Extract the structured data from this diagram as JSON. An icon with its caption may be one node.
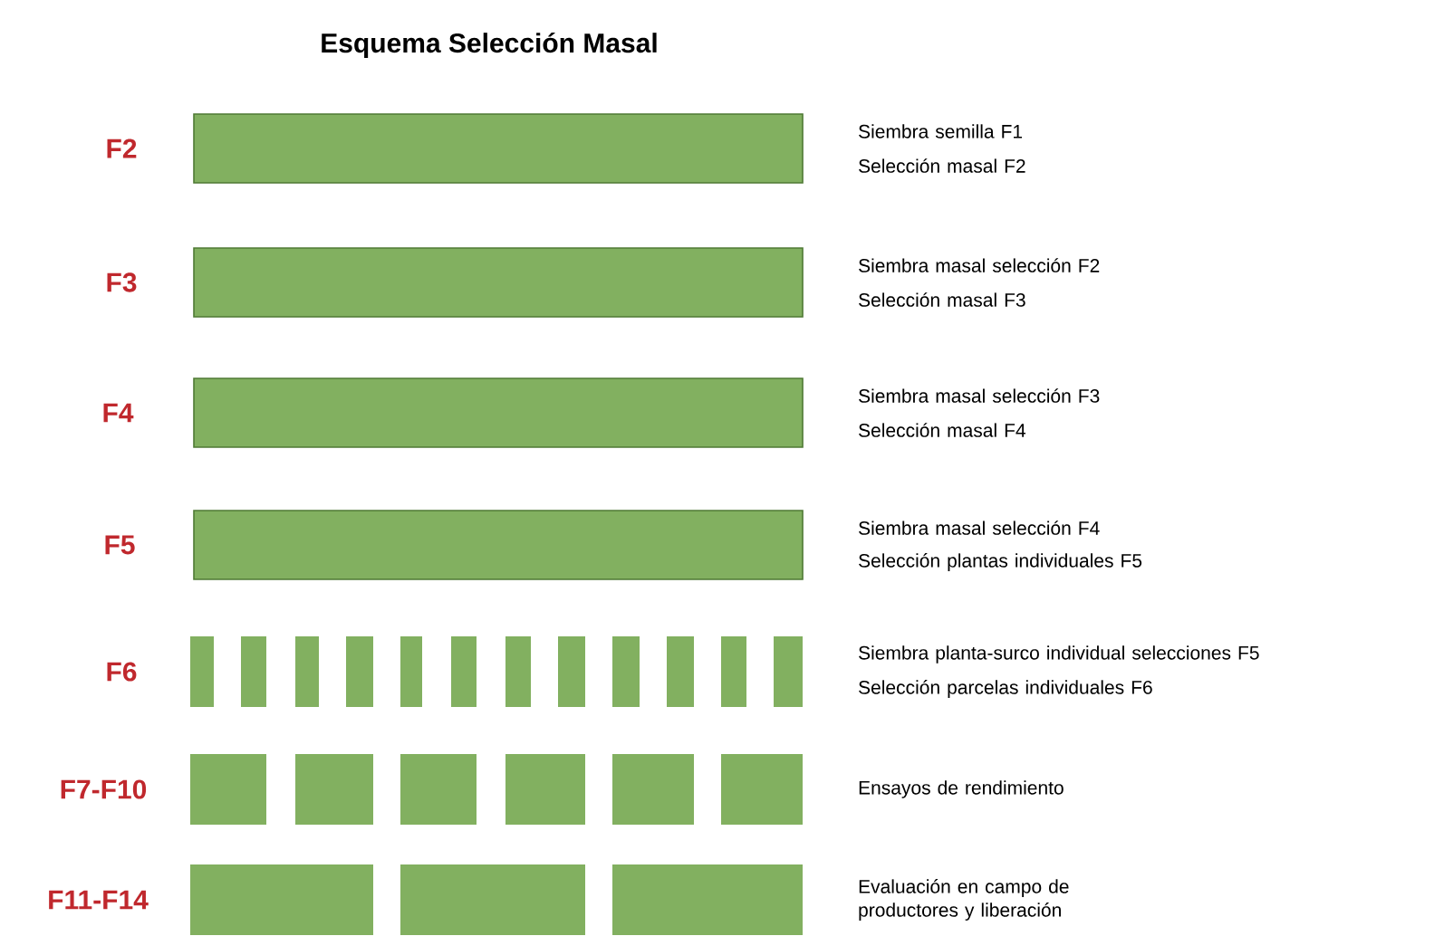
{
  "diagram": {
    "title": "Esquema Selección Masal",
    "labels": [
      "F2",
      "Siembra semilla F1",
      "Selección masal F2",
      "F3",
      "Siembra masal selección F2",
      "Selección masal F3",
      "F4",
      "Siembra masal selección F3",
      "Selección masal F4",
      "F5",
      "Siembra masal selección F4",
      "Selección plantas individuales F5",
      "F6",
      "Siembra planta-surco individual selecciones F5",
      "Selección parcelas individuales F6",
      "F7-F10",
      "Ensayos de rendimiento",
      "F11-F14",
      "Evaluación en campo de productores y liberación"
    ]
  }
}
